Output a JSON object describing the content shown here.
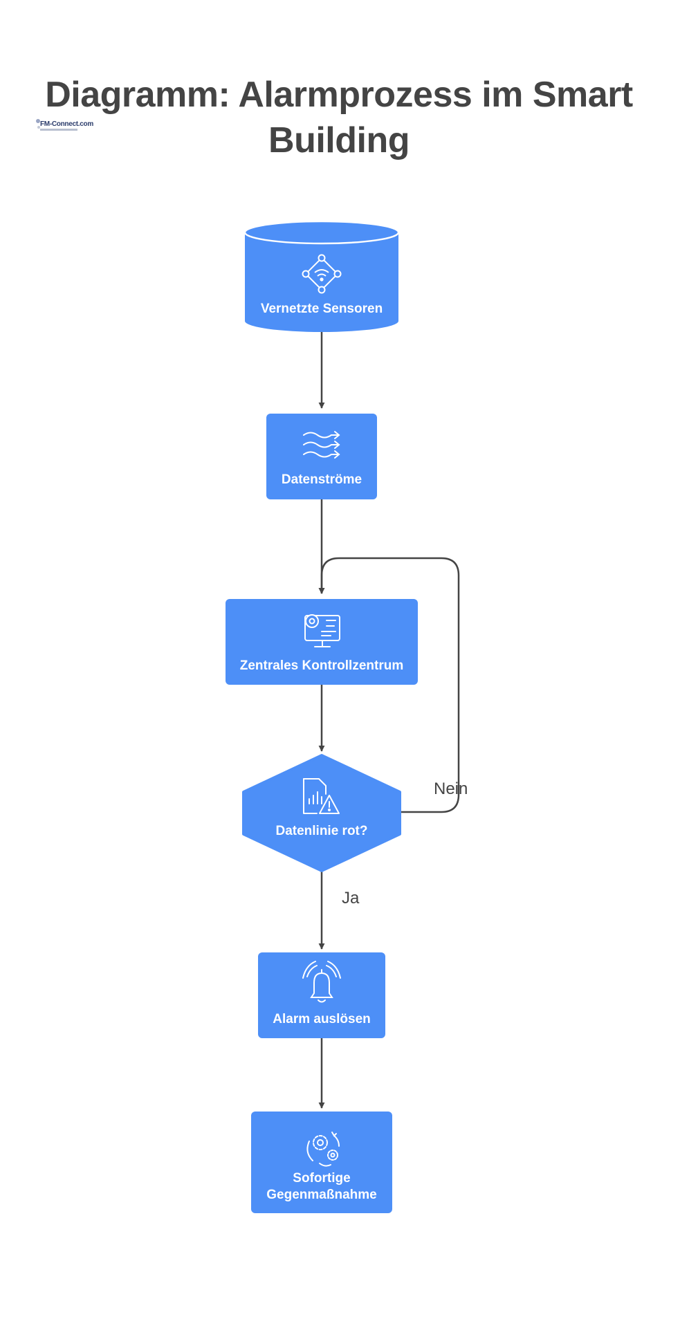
{
  "title": {
    "line1": "Diagramm: Alarmprozess im Smart",
    "line2": "Building"
  },
  "logo": {
    "text": "FM-Connect.com",
    "icon": "fm-connect-logo"
  },
  "colors": {
    "node_fill": "#4d8ff7",
    "node_text": "#ffffff",
    "edge": "#444444",
    "title": "#444444"
  },
  "nodes": {
    "sensors": {
      "label": "Vernetzte Sensoren",
      "icon": "network-sensor-icon"
    },
    "datastreams": {
      "label": "Datenströme",
      "icon": "data-stream-waves-icon"
    },
    "control": {
      "label": "Zentrales Kontrollzentrum",
      "icon": "monitor-gear-icon"
    },
    "decision": {
      "label": "Datenlinie rot?",
      "icon": "chart-warning-icon"
    },
    "alarm": {
      "label": "Alarm auslösen",
      "icon": "alarm-bell-icon"
    },
    "response": {
      "label_line1": "Sofortige",
      "label_line2": "Gegenmaßnahme",
      "icon": "gears-cycle-icon"
    }
  },
  "edges": {
    "no_label": "Nein",
    "yes_label": "Ja"
  }
}
